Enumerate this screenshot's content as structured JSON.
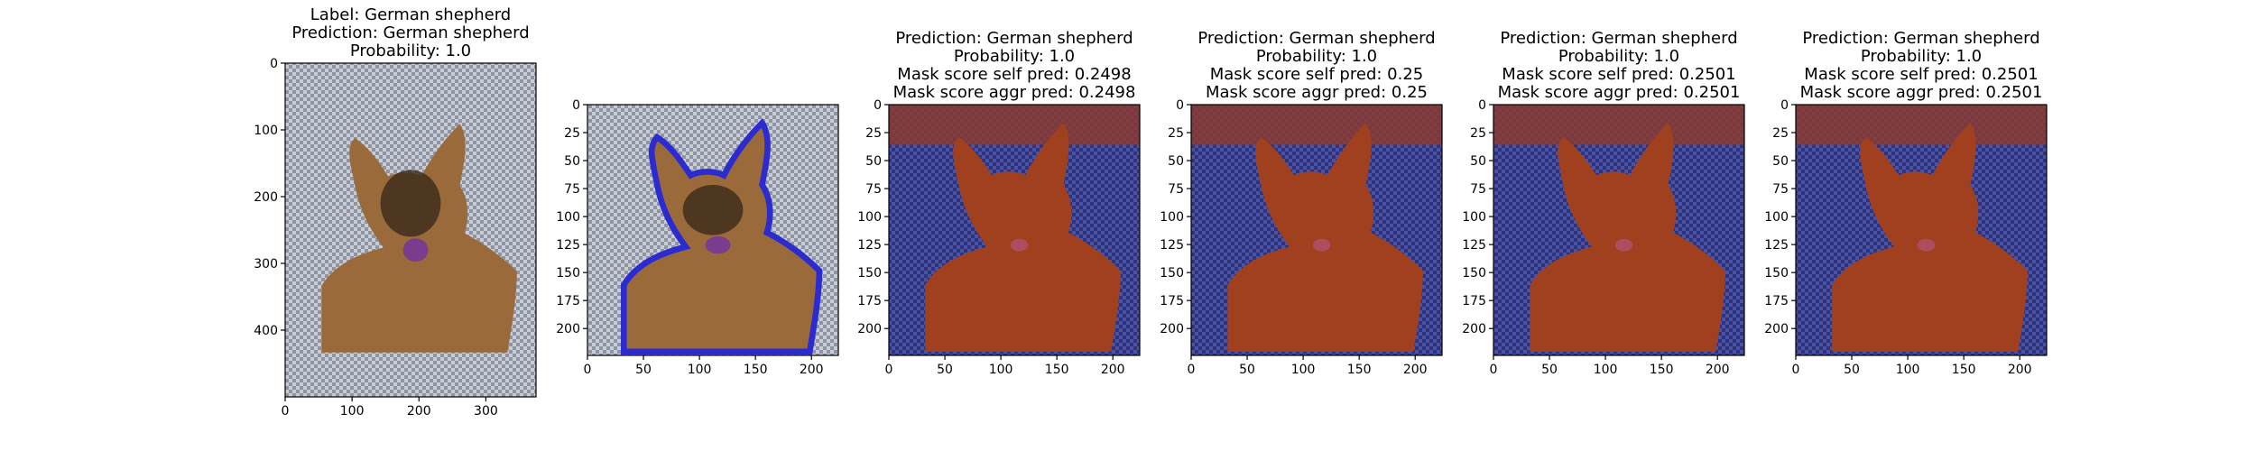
{
  "chart_data": [
    {
      "type": "image",
      "title_lines": [
        "Label: German shepherd",
        "Prediction: German shepherd",
        "Probability: 1.0"
      ],
      "xlim": [
        0,
        375
      ],
      "ylim": [
        500,
        0
      ],
      "xticks": [
        0,
        100,
        200,
        300
      ],
      "yticks": [
        0,
        100,
        200,
        300,
        400
      ],
      "content": "original-photo"
    },
    {
      "type": "image",
      "title_lines": [],
      "xlim": [
        0,
        224
      ],
      "ylim": [
        224,
        0
      ],
      "xticks": [
        0,
        50,
        100,
        150,
        200
      ],
      "yticks": [
        0,
        25,
        50,
        75,
        100,
        125,
        150,
        175,
        200
      ],
      "content": "photo-with-segment-boundaries"
    },
    {
      "type": "image",
      "title_lines": [
        "Prediction: German shepherd",
        "Probability: 1.0",
        "Mask score self pred: 0.2498",
        "Mask score aggr pred: 0.2498"
      ],
      "xlim": [
        0,
        224
      ],
      "ylim": [
        224,
        0
      ],
      "xticks": [
        0,
        50,
        100,
        150,
        200
      ],
      "yticks": [
        0,
        25,
        50,
        75,
        100,
        125,
        150,
        175,
        200
      ],
      "content": "mask-overlay"
    },
    {
      "type": "image",
      "title_lines": [
        "Prediction: German shepherd",
        "Probability: 1.0",
        "Mask score self pred: 0.25",
        "Mask score aggr pred: 0.25"
      ],
      "xlim": [
        0,
        224
      ],
      "ylim": [
        224,
        0
      ],
      "xticks": [
        0,
        50,
        100,
        150,
        200
      ],
      "yticks": [
        0,
        25,
        50,
        75,
        100,
        125,
        150,
        175,
        200
      ],
      "content": "mask-overlay"
    },
    {
      "type": "image",
      "title_lines": [
        "Prediction: German shepherd",
        "Probability: 1.0",
        "Mask score self pred: 0.2501",
        "Mask score aggr pred: 0.2501"
      ],
      "xlim": [
        0,
        224
      ],
      "ylim": [
        224,
        0
      ],
      "xticks": [
        0,
        50,
        100,
        150,
        200
      ],
      "yticks": [
        0,
        25,
        50,
        75,
        100,
        125,
        150,
        175,
        200
      ],
      "content": "mask-overlay"
    },
    {
      "type": "image",
      "title_lines": [
        "Prediction: German shepherd",
        "Probability: 1.0",
        "Mask score self pred: 0.2501",
        "Mask score aggr pred: 0.2501"
      ],
      "xlim": [
        0,
        224
      ],
      "ylim": [
        224,
        0
      ],
      "xticks": [
        0,
        50,
        100,
        150,
        200
      ],
      "yticks": [
        0,
        25,
        50,
        75,
        100,
        125,
        150,
        175,
        200
      ],
      "content": "mask-overlay"
    }
  ],
  "colors": {
    "dog_fur": "#9a6a3a",
    "dog_dark": "#3a2a1c",
    "background_cushion": "#b9bcc4",
    "mask_dog": "#a0401f",
    "mask_background": "#3a3f8a",
    "boundary": "#2b2bd0"
  }
}
